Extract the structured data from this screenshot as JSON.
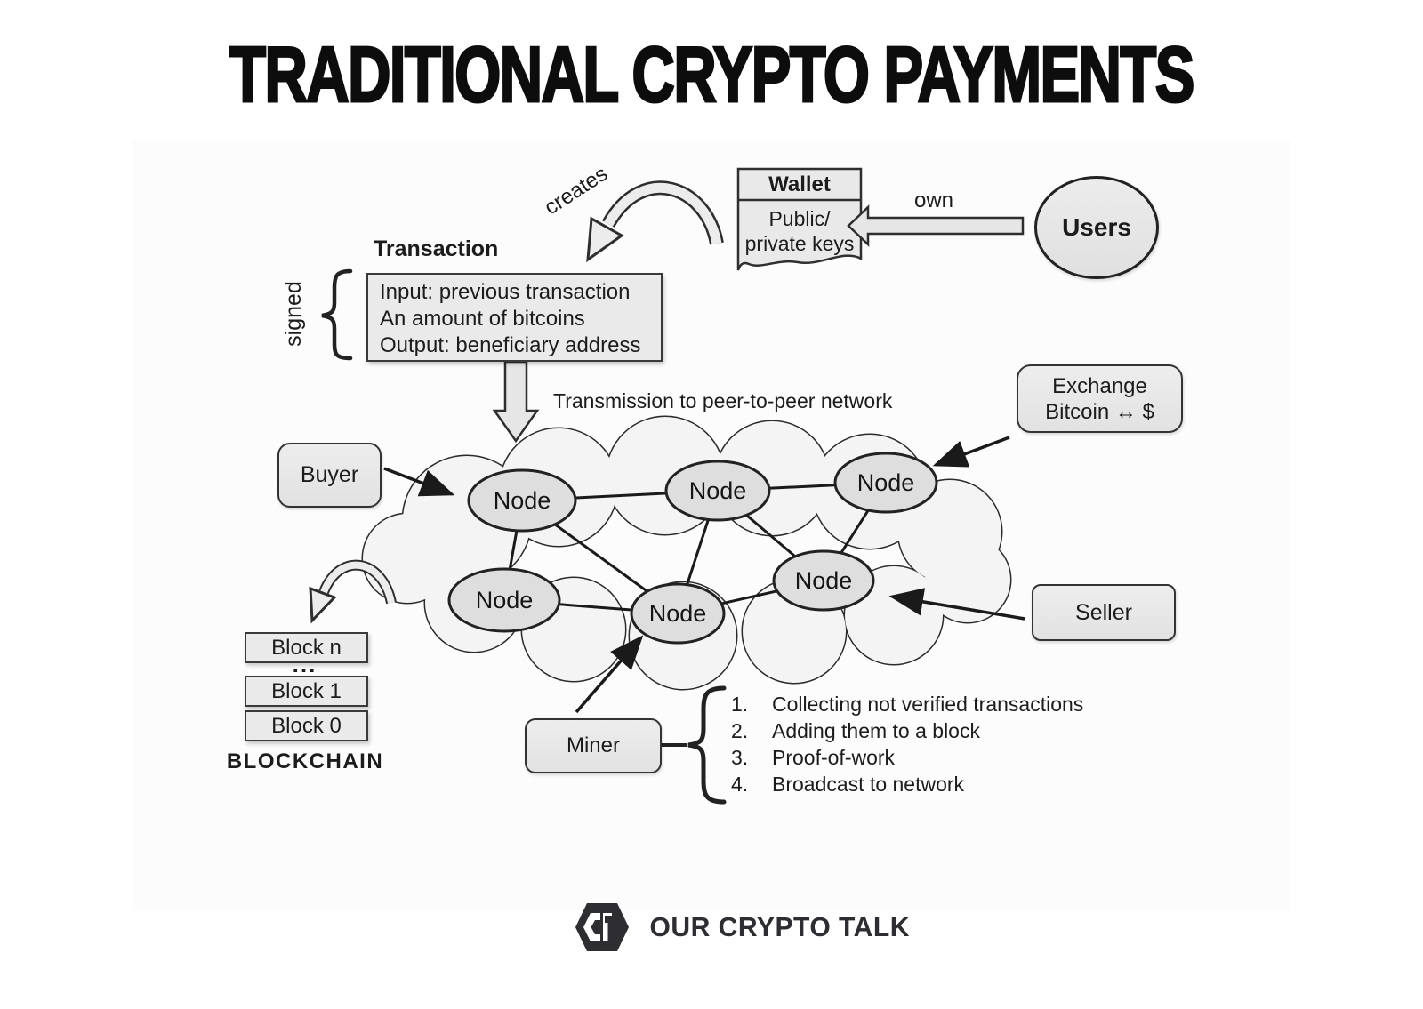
{
  "title": "TRADITIONAL CRYPTO PAYMENTS",
  "wallet": {
    "title": "Wallet",
    "keys_line1": "Public/",
    "keys_line2": "private keys"
  },
  "users": {
    "label": "Users"
  },
  "edges": {
    "own": "own",
    "creates": "creates",
    "signed": "signed"
  },
  "transaction": {
    "title": "Transaction",
    "line1": "Input: previous transaction",
    "line2": "An amount of bitcoins",
    "line3": "Output: beneficiary address"
  },
  "transmission": {
    "label": "Transmission to peer-to-peer network"
  },
  "exchange": {
    "line1": "Exchange",
    "line2": "Bitcoin ↔ $"
  },
  "network": {
    "nodes": [
      "Node",
      "Node",
      "Node",
      "Node",
      "Node",
      "Node"
    ]
  },
  "buyer": {
    "label": "Buyer"
  },
  "seller": {
    "label": "Seller"
  },
  "miner": {
    "label": "Miner",
    "steps": [
      {
        "num": "1.",
        "text": "Collecting not verified transactions"
      },
      {
        "num": "2.",
        "text": "Adding them to a block"
      },
      {
        "num": "3.",
        "text": "Proof-of-work"
      },
      {
        "num": "4.",
        "text": "Broadcast to network"
      }
    ]
  },
  "blockchain": {
    "block_n": "Block n",
    "ellipsis": "...",
    "block_1": "Block 1",
    "block_0": "Block 0",
    "caption": "BLOCKCHAIN"
  },
  "footer": {
    "brand": "OUR CRYPTO TALK"
  },
  "colors": {
    "ink": "#1f1f1f",
    "box_fill": "#e7e7e7",
    "cloud_fill": "#f4f4f4",
    "node_fill": "#dedede"
  }
}
